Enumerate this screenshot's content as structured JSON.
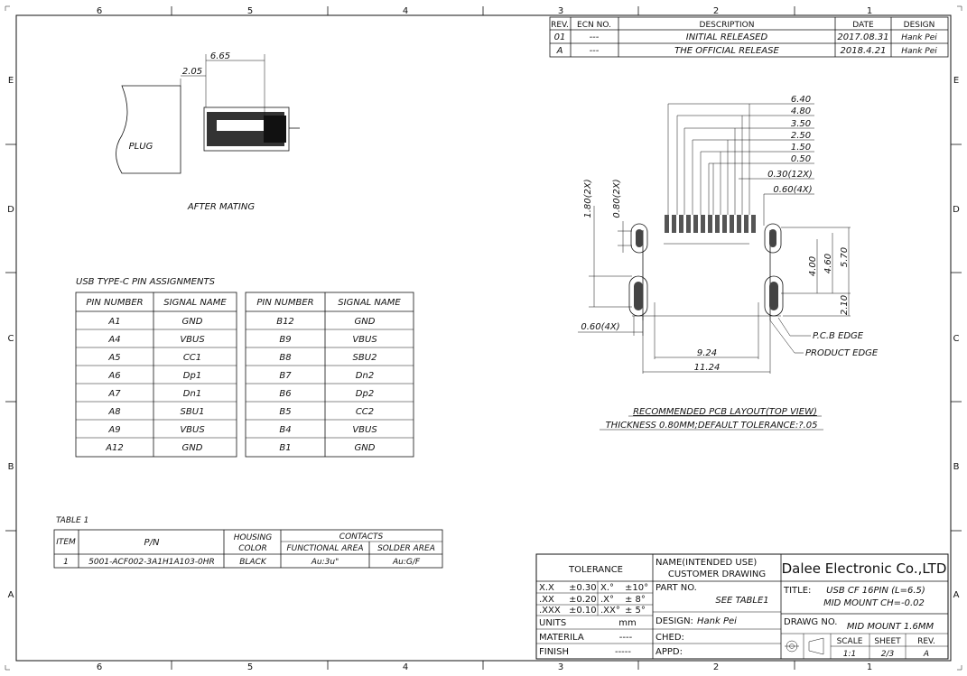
{
  "border": {
    "col_labels": [
      "6",
      "5",
      "4",
      "3",
      "2",
      "1"
    ],
    "row_labels": [
      "E",
      "D",
      "C",
      "B",
      "A"
    ]
  },
  "revision_table": {
    "headers": [
      "REV.",
      "ECN NO.",
      "DESCRIPTION",
      "DATE",
      "DESIGN"
    ],
    "rows": [
      [
        "01",
        "---",
        "INITIAL RELEASED",
        "2017.08.31",
        "Hank Pei"
      ],
      [
        "A",
        "---",
        "THE OFFICIAL RELEASE",
        "2018.4.21",
        "Hank Pei"
      ]
    ]
  },
  "mating_view": {
    "plug_label": "PLUG",
    "dim_overall": "6.65",
    "dim_offset": "2.05",
    "caption": "AFTER MATING"
  },
  "pin_assignments": {
    "title": "USB TYPE-C PIN ASSIGNMENTS",
    "headers": [
      "PIN NUMBER",
      "SIGNAL NAME"
    ],
    "left": [
      [
        "A1",
        "GND"
      ],
      [
        "A4",
        "VBUS"
      ],
      [
        "A5",
        "CC1"
      ],
      [
        "A6",
        "Dp1"
      ],
      [
        "A7",
        "Dn1"
      ],
      [
        "A8",
        "SBU1"
      ],
      [
        "A9",
        "VBUS"
      ],
      [
        "A12",
        "GND"
      ]
    ],
    "right": [
      [
        "B12",
        "GND"
      ],
      [
        "B9",
        "VBUS"
      ],
      [
        "B8",
        "SBU2"
      ],
      [
        "B7",
        "Dn2"
      ],
      [
        "B6",
        "Dp2"
      ],
      [
        "B5",
        "CC2"
      ],
      [
        "B4",
        "VBUS"
      ],
      [
        "B1",
        "GND"
      ]
    ]
  },
  "pn_table": {
    "title": "TABLE 1",
    "h_item": "ITEM",
    "h_pn": "P/N",
    "h_housing_1": "HOUSING",
    "h_housing_2": "COLOR",
    "h_contacts": "CONTACTS",
    "h_functional": "FUNCTIONAL AREA",
    "h_solder": "SOLDER AREA",
    "row": [
      "1",
      "5001-ACF002-3A1H1A103-0HR",
      "BLACK",
      "Au:3u\"",
      "Au:G/F"
    ]
  },
  "pcb_layout": {
    "top_dims": [
      "6.40",
      "4.80",
      "3.50",
      "2.50",
      "1.50",
      "0.50",
      "0.30(12X)",
      "0.60(4X)"
    ],
    "left_dim_1": "1.80(2X)",
    "left_dim_2": "0.80(2X)",
    "right_dim_1": "4.00",
    "right_dim_2": "4.60",
    "right_dim_3": "5.70",
    "right_dim_4": "2.10",
    "bottom_left_dim": "0.60(4X)",
    "edge_pcb": "P.C.B EDGE",
    "edge_product": "PRODUCT EDGE",
    "bottom_dim_1": "9.24",
    "bottom_dim_2": "11.24",
    "caption": "RECOMMENDED PCB LAYOUT(TOP VIEW)",
    "caption_2": "THICKNESS 0.80MM;DEFAULT TOLERANCE:?.05"
  },
  "title_block": {
    "tolerance_label": "TOLERANCE",
    "tolerances": [
      [
        "X.X",
        "±0.30",
        "X.°",
        "±10°"
      ],
      [
        ".XX",
        "±0.20",
        ".X°",
        "± 8°"
      ],
      [
        ".XXX",
        "±0.10",
        ".XX°",
        "± 5°"
      ]
    ],
    "units_label": "UNITS",
    "units_value": "mm",
    "material_label": "MATERILA",
    "material_value": "----",
    "finish_label": "FINISH",
    "finish_value": "-----",
    "name_label": "NAME(INTENDED USE)",
    "name_value": "CUSTOMER DRAWING",
    "part_label": "PART NO.",
    "part_value": "SEE TABLE1",
    "design_label": "DESIGN:",
    "design_value": "Hank Pei",
    "ched_label": "CHED:",
    "appd_label": "APPD:",
    "company": "Dalee Electronic Co.,LTD",
    "title_label": "TITLE:",
    "title_line1": "USB CF 16PIN (L=6.5)",
    "title_line2": "MID MOUNT CH=-0.02",
    "drawg_label": "DRAWG NO.",
    "drawg_value": "MID MOUNT 1.6MM",
    "scale_label": "SCALE",
    "scale_value": "1:1",
    "sheet_label": "SHEET",
    "sheet_value": "2/3",
    "rev_label": "REV.",
    "rev_value": "A"
  }
}
